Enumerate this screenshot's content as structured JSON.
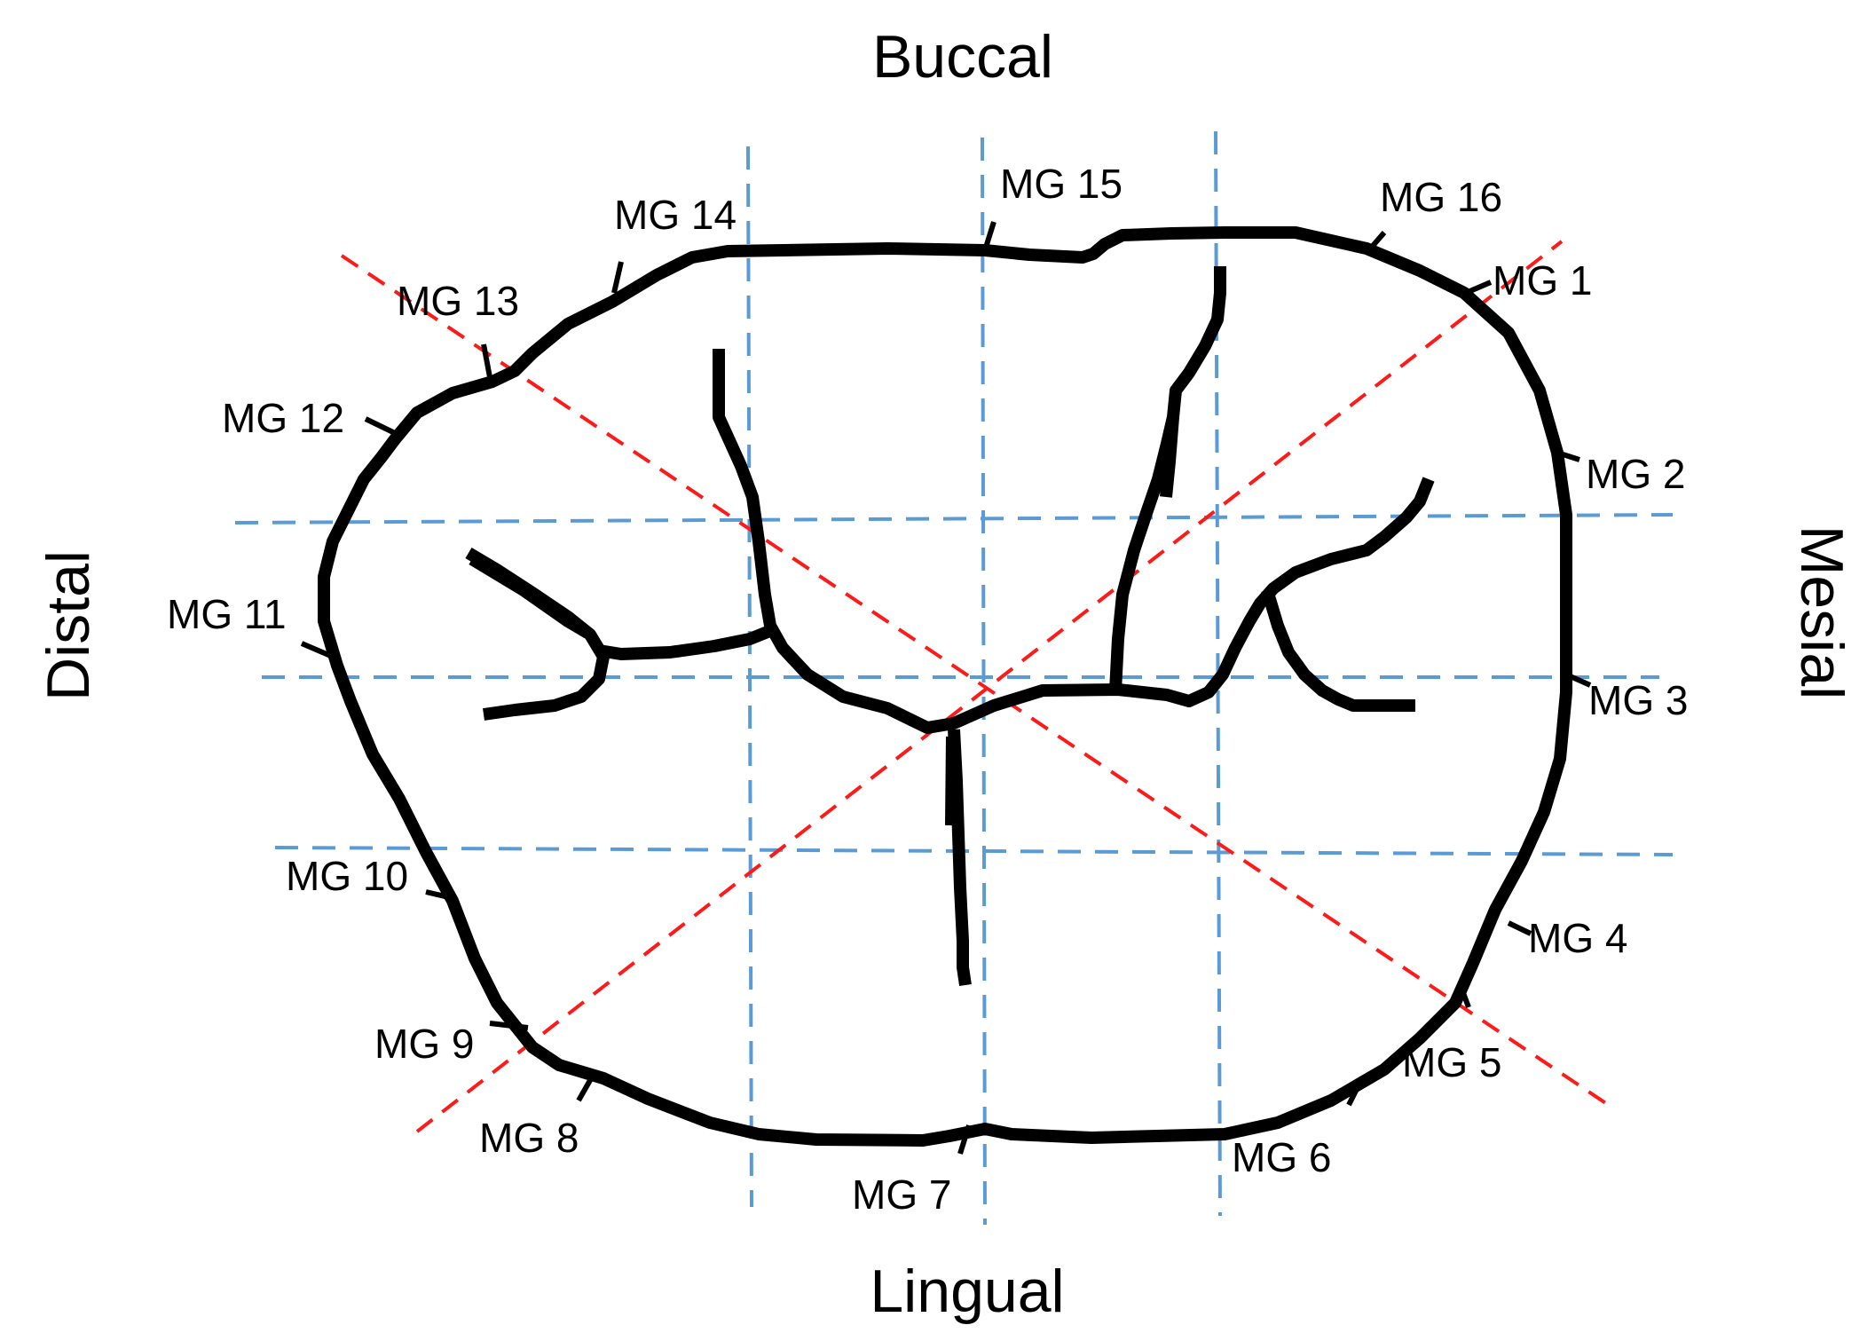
{
  "directions": {
    "top": "Buccal",
    "bottom": "Lingual",
    "left": "Distal",
    "right": "Mesial"
  },
  "margin_points": [
    "MG 1",
    "MG 2",
    "MG 3",
    "MG 4",
    "MG 5",
    "MG 6",
    "MG 7",
    "MG 8",
    "MG 9",
    "MG 10",
    "MG 11",
    "MG 12",
    "MG 13",
    "MG 14",
    "MG 15",
    "MG 16"
  ],
  "colors": {
    "outline": "#000000",
    "grid_lines": "#5b9bd5",
    "diagonal_lines": "#ff1a1a",
    "text": "#000000"
  }
}
